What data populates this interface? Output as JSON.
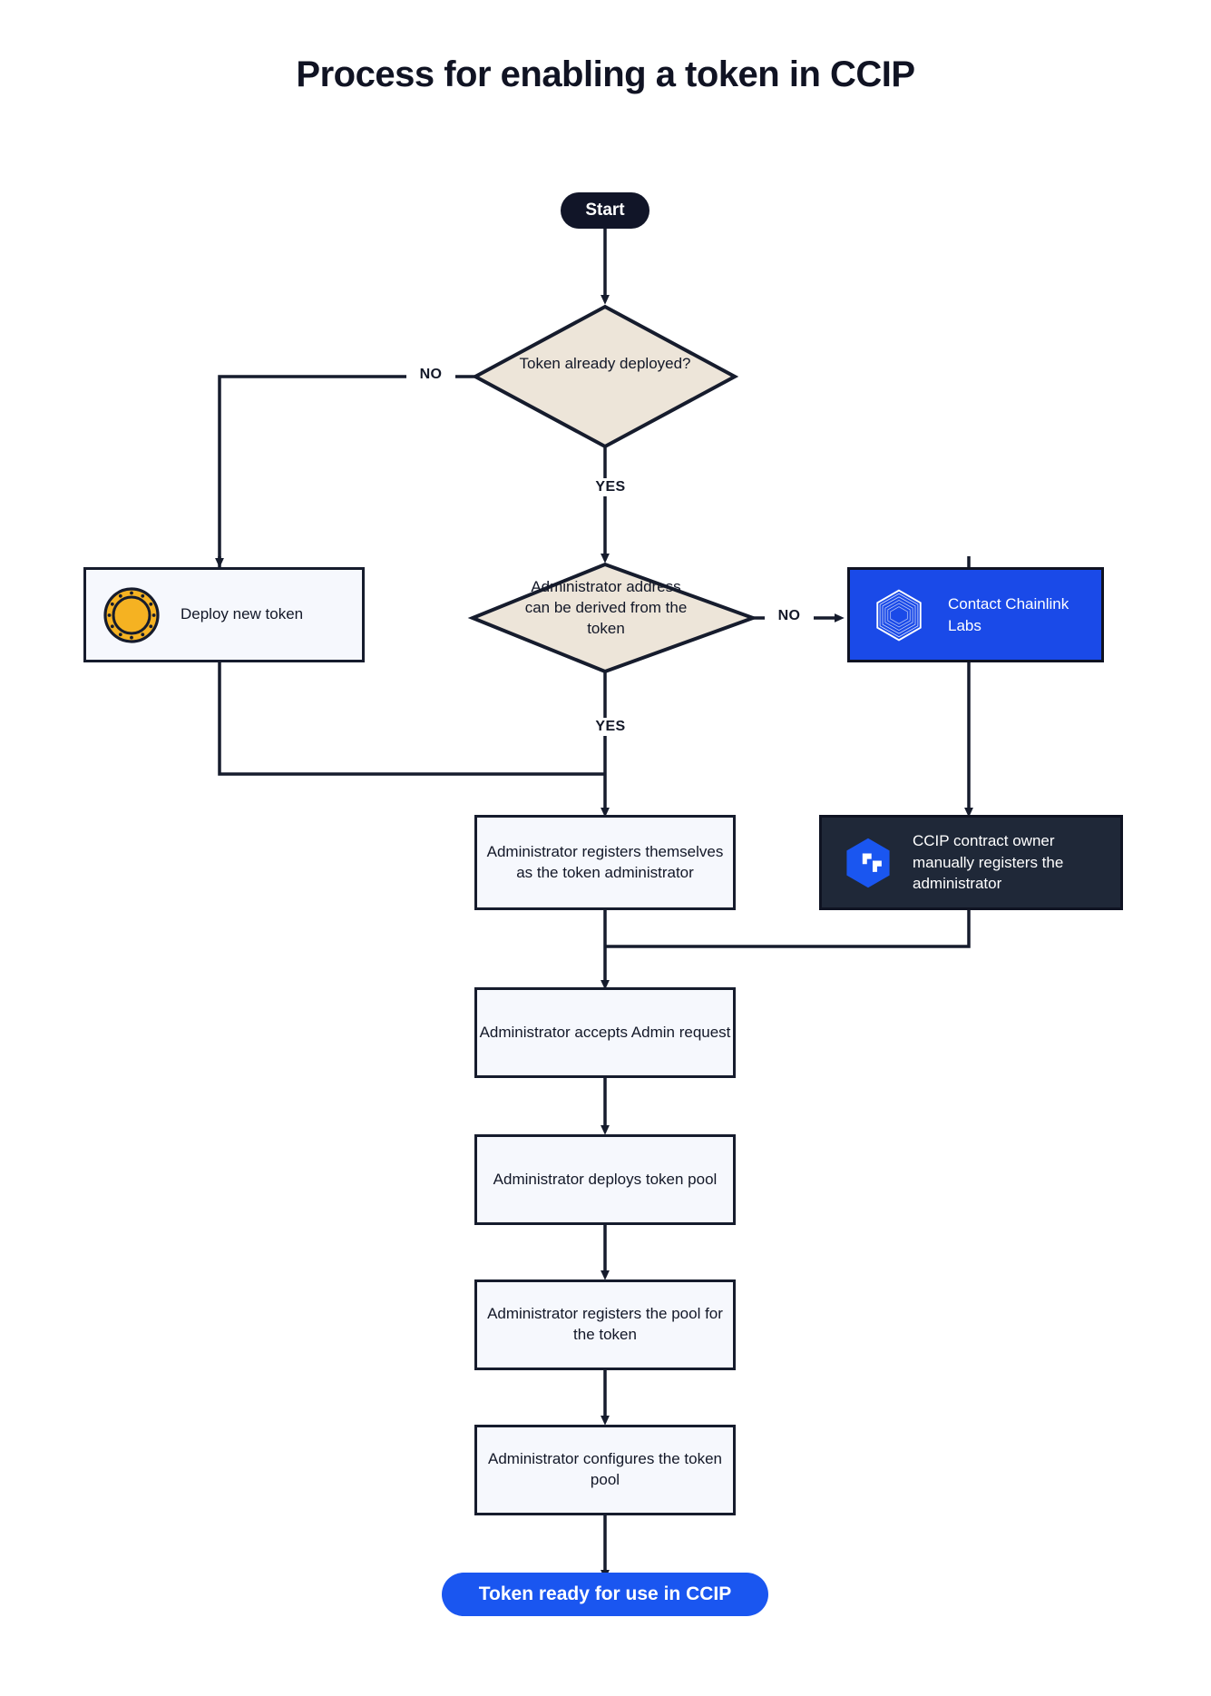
{
  "page": {
    "title": "Process for enabling a token in CCIP",
    "background": "#ffffff"
  },
  "colors": {
    "ink": "#131828",
    "start_pill_bg": "#111528",
    "end_pill_bg": "#1a56f0",
    "decision_fill": "#ede5d9",
    "process_fill": "#f6f8fd",
    "chainlink_blue": "#1a4ae8",
    "ccip_dark": "#1f2838",
    "coin_gold": "#f5b222"
  },
  "nodes": {
    "start": {
      "label": "Start",
      "type": "terminator"
    },
    "decision_deployed": {
      "label": "Token already deployed?",
      "type": "decision"
    },
    "deploy_token": {
      "label": "Deploy new token",
      "type": "process",
      "icon": "gold-coin-icon"
    },
    "decision_admin_derived": {
      "label": "Administrator address can be derived from the token",
      "type": "decision"
    },
    "contact_chainlink": {
      "label": "Contact Chainlink Labs",
      "type": "process",
      "icon": "chainlink-logo-icon"
    },
    "admin_registers_self": {
      "label": "Administrator registers themselves as the token administrator",
      "type": "process"
    },
    "ccip_owner_registers": {
      "label": "CCIP contract owner manually registers the administrator",
      "type": "process",
      "icon": "ccip-logo-icon"
    },
    "admin_accepts": {
      "label": "Administrator accepts Admin request",
      "type": "process"
    },
    "admin_deploys_pool": {
      "label": "Administrator deploys token pool",
      "type": "process"
    },
    "admin_registers_pool": {
      "label": "Administrator registers the pool for the token",
      "type": "process"
    },
    "admin_configures_pool": {
      "label": "Administrator configures the token pool",
      "type": "process"
    },
    "token_ready": {
      "label": "Token ready for use in CCIP",
      "type": "terminator"
    }
  },
  "edge_labels": {
    "deployed_no": "NO",
    "deployed_yes": "YES",
    "admin_no": "NO",
    "admin_yes": "YES"
  },
  "diagram": {
    "type": "flowchart",
    "flow": [
      {
        "from": "start",
        "to": "decision_deployed",
        "label": ""
      },
      {
        "from": "decision_deployed",
        "to": "deploy_token",
        "label": "NO"
      },
      {
        "from": "decision_deployed",
        "to": "decision_admin_derived",
        "label": "YES"
      },
      {
        "from": "deploy_token",
        "to": "admin_registers_self",
        "label": ""
      },
      {
        "from": "decision_admin_derived",
        "to": "contact_chainlink",
        "label": "NO"
      },
      {
        "from": "decision_admin_derived",
        "to": "admin_registers_self",
        "label": "YES"
      },
      {
        "from": "contact_chainlink",
        "to": "ccip_owner_registers",
        "label": ""
      },
      {
        "from": "admin_registers_self",
        "to": "admin_accepts",
        "label": ""
      },
      {
        "from": "ccip_owner_registers",
        "to": "admin_accepts",
        "label": ""
      },
      {
        "from": "admin_accepts",
        "to": "admin_deploys_pool",
        "label": ""
      },
      {
        "from": "admin_deploys_pool",
        "to": "admin_registers_pool",
        "label": ""
      },
      {
        "from": "admin_registers_pool",
        "to": "admin_configures_pool",
        "label": ""
      },
      {
        "from": "admin_configures_pool",
        "to": "token_ready",
        "label": ""
      }
    ]
  }
}
